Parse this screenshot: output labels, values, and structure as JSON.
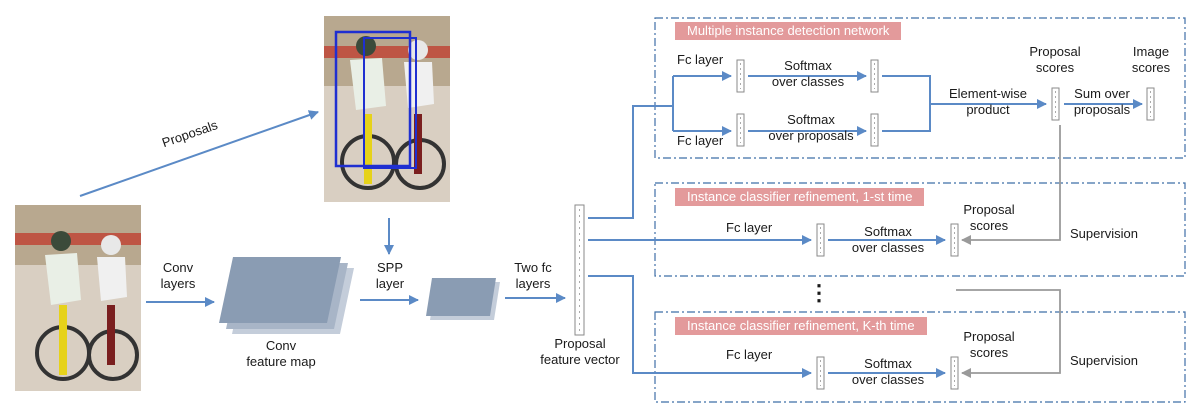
{
  "input_labels": {
    "proposals": "Proposals",
    "conv_layers": [
      "Conv",
      "layers"
    ],
    "conv_feature_map": [
      "Conv",
      "feature map"
    ],
    "spp_layer": [
      "SPP",
      "layer"
    ],
    "two_fc_layers": [
      "Two fc",
      "layers"
    ],
    "proposal_feature_vector": [
      "Proposal",
      "feature vector"
    ]
  },
  "midn": {
    "title": "Multiple instance detection network",
    "fc_layer_top": "Fc layer",
    "fc_layer_bottom": "Fc layer",
    "softmax_classes": [
      "Softmax",
      "over classes"
    ],
    "softmax_proposals": [
      "Softmax",
      "over proposals"
    ],
    "element_wise": [
      "Element-wise",
      "product"
    ],
    "proposal_scores": [
      "Proposal",
      "scores"
    ],
    "sum_over": [
      "Sum over",
      "proposals"
    ],
    "image_scores": [
      "Image",
      "scores"
    ]
  },
  "refine_1": {
    "title": "Instance classifier refinement, 1-st time",
    "fc_layer": "Fc layer",
    "softmax": [
      "Softmax",
      "over classes"
    ],
    "proposal_scores": [
      "Proposal",
      "scores"
    ],
    "supervision": "Supervision"
  },
  "refine_k": {
    "title": "Instance classifier refinement, K-th time",
    "fc_layer": "Fc layer",
    "softmax": [
      "Softmax",
      "over classes"
    ],
    "proposal_scores": [
      "Proposal",
      "scores"
    ],
    "supervision": "Supervision"
  },
  "ellipsis": "⋮",
  "colors": {
    "arrow": "#5b8ac6",
    "box_border": "#3f6fa8",
    "banner": "#e39a9b",
    "feature_map": "#8a9cb3",
    "feature_map_back": "#c4cdda",
    "feedback_arrow": "#9a9a9a"
  }
}
